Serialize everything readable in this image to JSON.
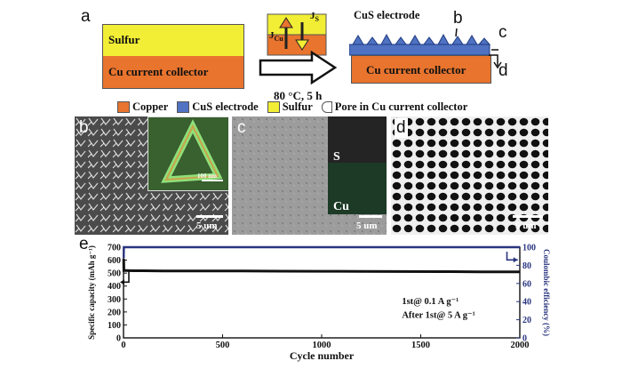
{
  "schematic": {
    "panel_label": "a",
    "sulfur_label": "Sulfur",
    "cu_collector_label": "Cu current collector",
    "condition_label": "80 °C, 5 h",
    "jcu_label": "J",
    "jcu_sub": "Cu",
    "js_label": "J",
    "js_sub": "S",
    "cus_electrode_label": "CuS electrode",
    "right_cu_collector_label": "Cu current collector",
    "marker_b": "b",
    "marker_c": "c",
    "marker_d": "d"
  },
  "legend": {
    "items": [
      {
        "label": "Copper",
        "color": "#e8742e"
      },
      {
        "label": "CuS electrode",
        "color": "#4f72c2"
      },
      {
        "label": "Sulfur",
        "color": "#f2ee35"
      },
      {
        "label": "Pore in Cu current collector",
        "color": "#ffffff"
      }
    ]
  },
  "sem": {
    "b": {
      "panel_label": "b",
      "scalebar": "5 um",
      "inset_scalebar": "100 nm"
    },
    "c": {
      "panel_label": "c",
      "scalebar": "5 um",
      "map_s": "S",
      "map_cu": "Cu"
    },
    "d": {
      "panel_label": "d",
      "scalebar": "5 um"
    }
  },
  "colors": {
    "copper": "#e8742e",
    "cus": "#4f72c2",
    "sulfur": "#f2ee35",
    "capacity_line": "#111111",
    "efficiency_line": "#2a3580"
  },
  "chart_data": {
    "type": "line",
    "panel_label": "e",
    "xlabel": "Cycle number",
    "ylabel_left": "Specific capacity (mAh g⁻¹)",
    "ylabel_right": "Coulombic efficiency (%)",
    "xlim": [
      0,
      2000
    ],
    "ylim_left": [
      0,
      700
    ],
    "ylim_right": [
      0,
      100
    ],
    "xticks": [
      0,
      500,
      1000,
      1500,
      2000
    ],
    "yticks_left": [
      0,
      100,
      200,
      300,
      400,
      500,
      600,
      700
    ],
    "yticks_right": [
      0,
      20,
      40,
      60,
      80,
      100
    ],
    "annotation_line1": "1st@ 0.1 A g⁻¹",
    "annotation_line2": "After 1st@ 5 A g⁻¹",
    "series": [
      {
        "axis": "left",
        "color": "#111111",
        "x": [
          1,
          2,
          10,
          50,
          100,
          200,
          400,
          600,
          800,
          1000,
          1200,
          1400,
          1600,
          1800,
          2000
        ],
        "y": [
          610,
          520,
          520,
          518,
          518,
          517,
          516,
          516,
          515,
          514,
          513,
          512,
          511,
          510,
          510
        ]
      },
      {
        "axis": "right",
        "color": "#2a3580",
        "x": [
          1,
          2,
          10,
          50,
          100,
          500,
          1000,
          1500,
          2000
        ],
        "y": [
          88,
          100,
          100,
          100,
          100,
          100,
          100,
          100,
          100
        ]
      }
    ]
  }
}
